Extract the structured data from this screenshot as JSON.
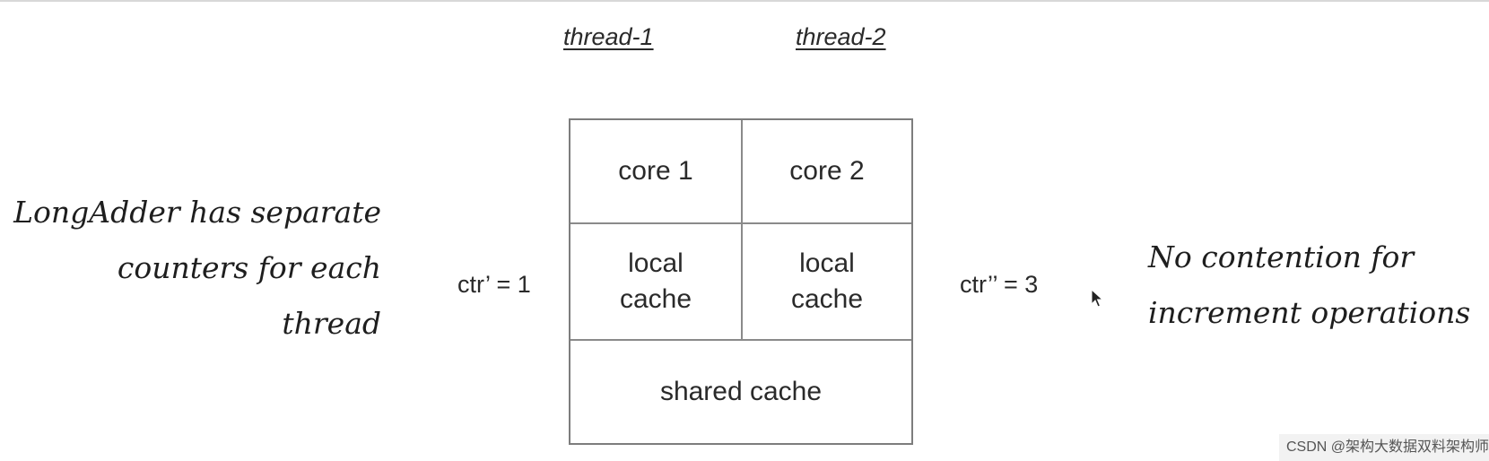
{
  "threads": {
    "thread_1": "thread-1",
    "thread_2": "thread-2"
  },
  "diagram": {
    "core_1": "core 1",
    "core_2": "core 2",
    "local_cache_1": "local\ncache",
    "local_cache_2": "local\ncache",
    "shared_cache": "shared cache"
  },
  "counters": {
    "left": "ctr’ = 1",
    "right": "ctr’’ = 3"
  },
  "notes": {
    "left": "LongAdder has separate\ncounters for each\nthread",
    "right": "No contention for\nincrement operations"
  },
  "watermark": "CSDN @架构大数据双料架构师"
}
